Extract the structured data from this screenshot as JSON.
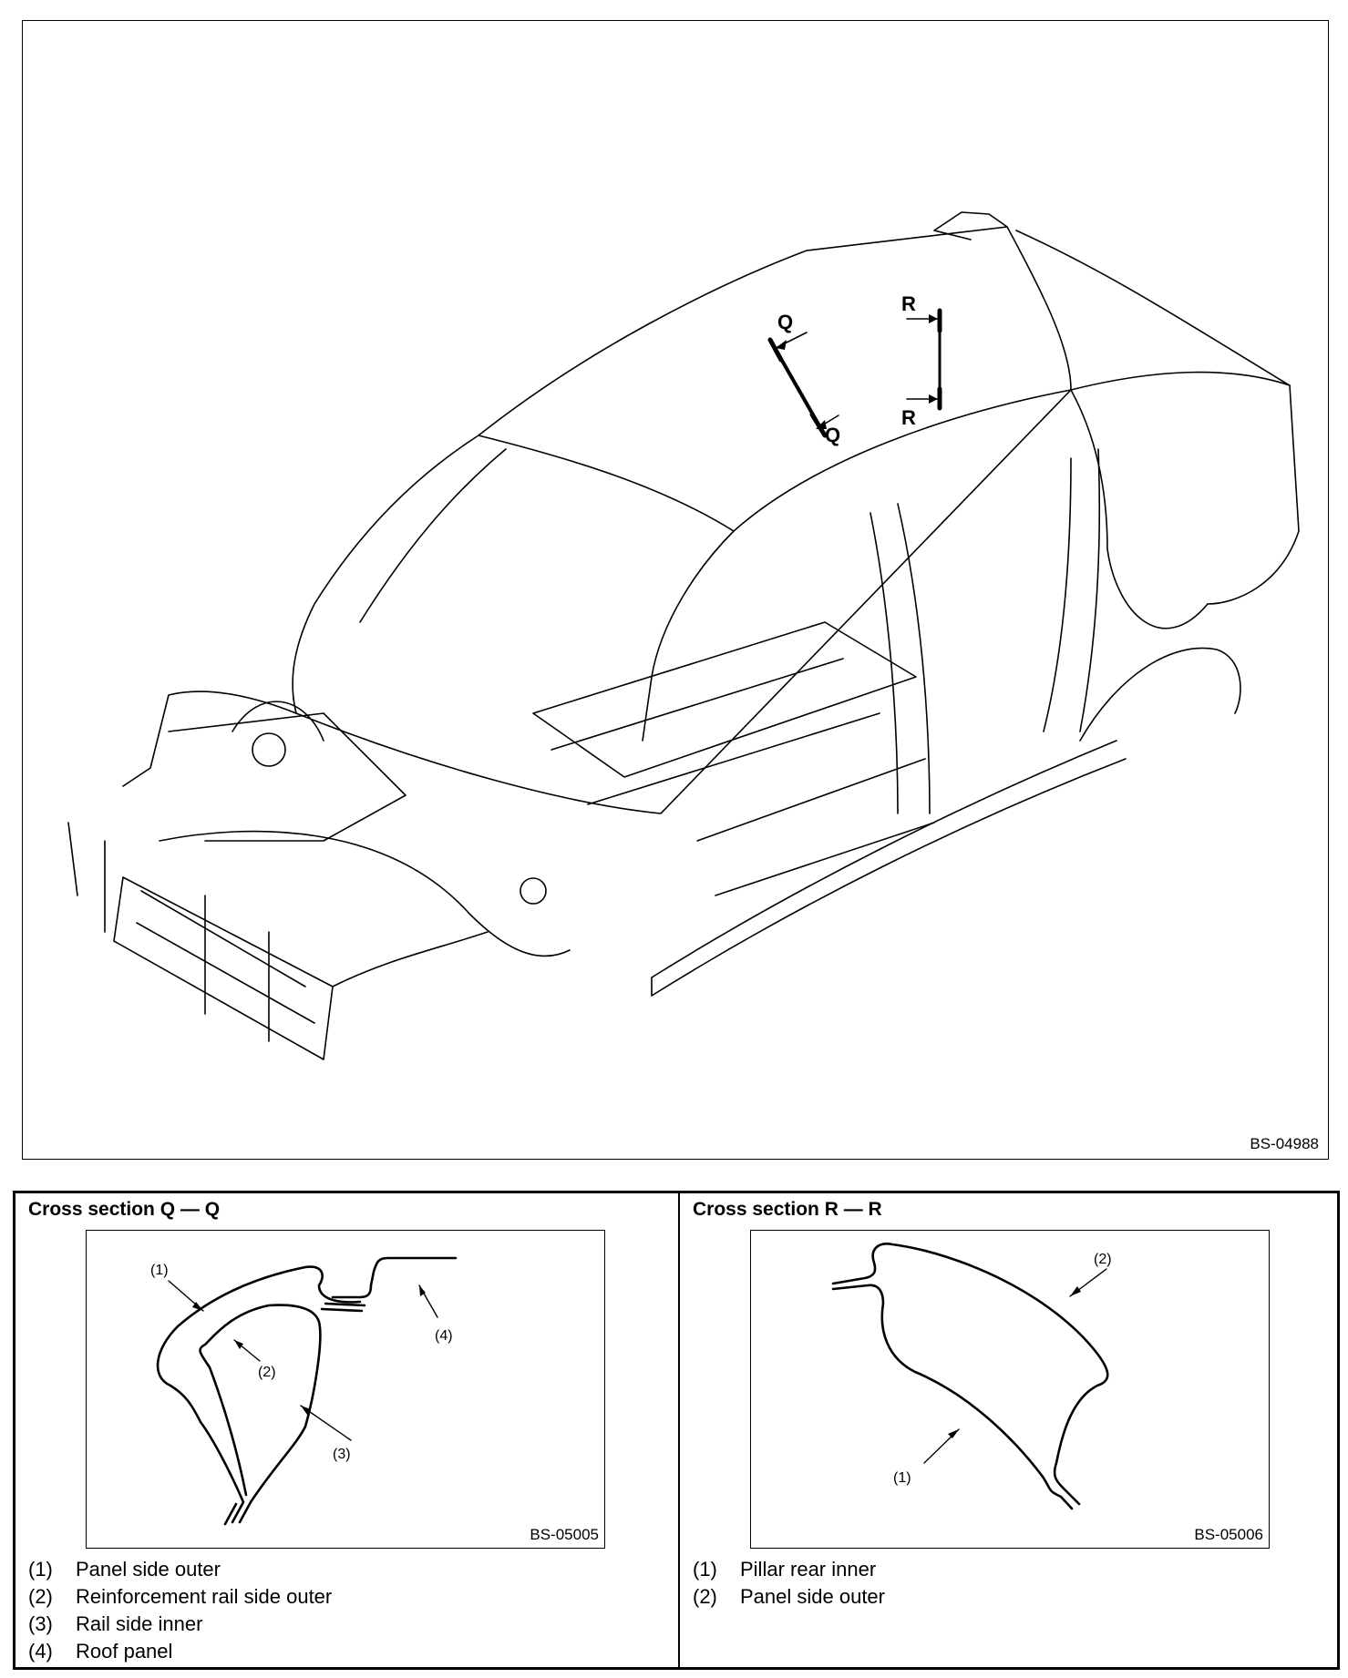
{
  "main_figure": {
    "id": "BS-04988",
    "section_marks": {
      "q_top": "Q",
      "q_bottom": "Q",
      "r_top": "R",
      "r_bottom": "R"
    }
  },
  "section_q": {
    "title": "Cross section Q — Q",
    "figure_id": "BS-05005",
    "callouts": [
      "(1)",
      "(2)",
      "(3)",
      "(4)"
    ],
    "legend": [
      {
        "num": "(1)",
        "label": "Panel side outer"
      },
      {
        "num": "(2)",
        "label": "Reinforcement rail side outer"
      },
      {
        "num": "(3)",
        "label": "Rail side inner"
      },
      {
        "num": "(4)",
        "label": "Roof panel"
      }
    ]
  },
  "section_r": {
    "title": "Cross section R — R",
    "figure_id": "BS-05006",
    "callouts": [
      "(1)",
      "(2)"
    ],
    "legend": [
      {
        "num": "(1)",
        "label": "Pillar rear inner"
      },
      {
        "num": "(2)",
        "label": "Panel side outer"
      }
    ]
  }
}
